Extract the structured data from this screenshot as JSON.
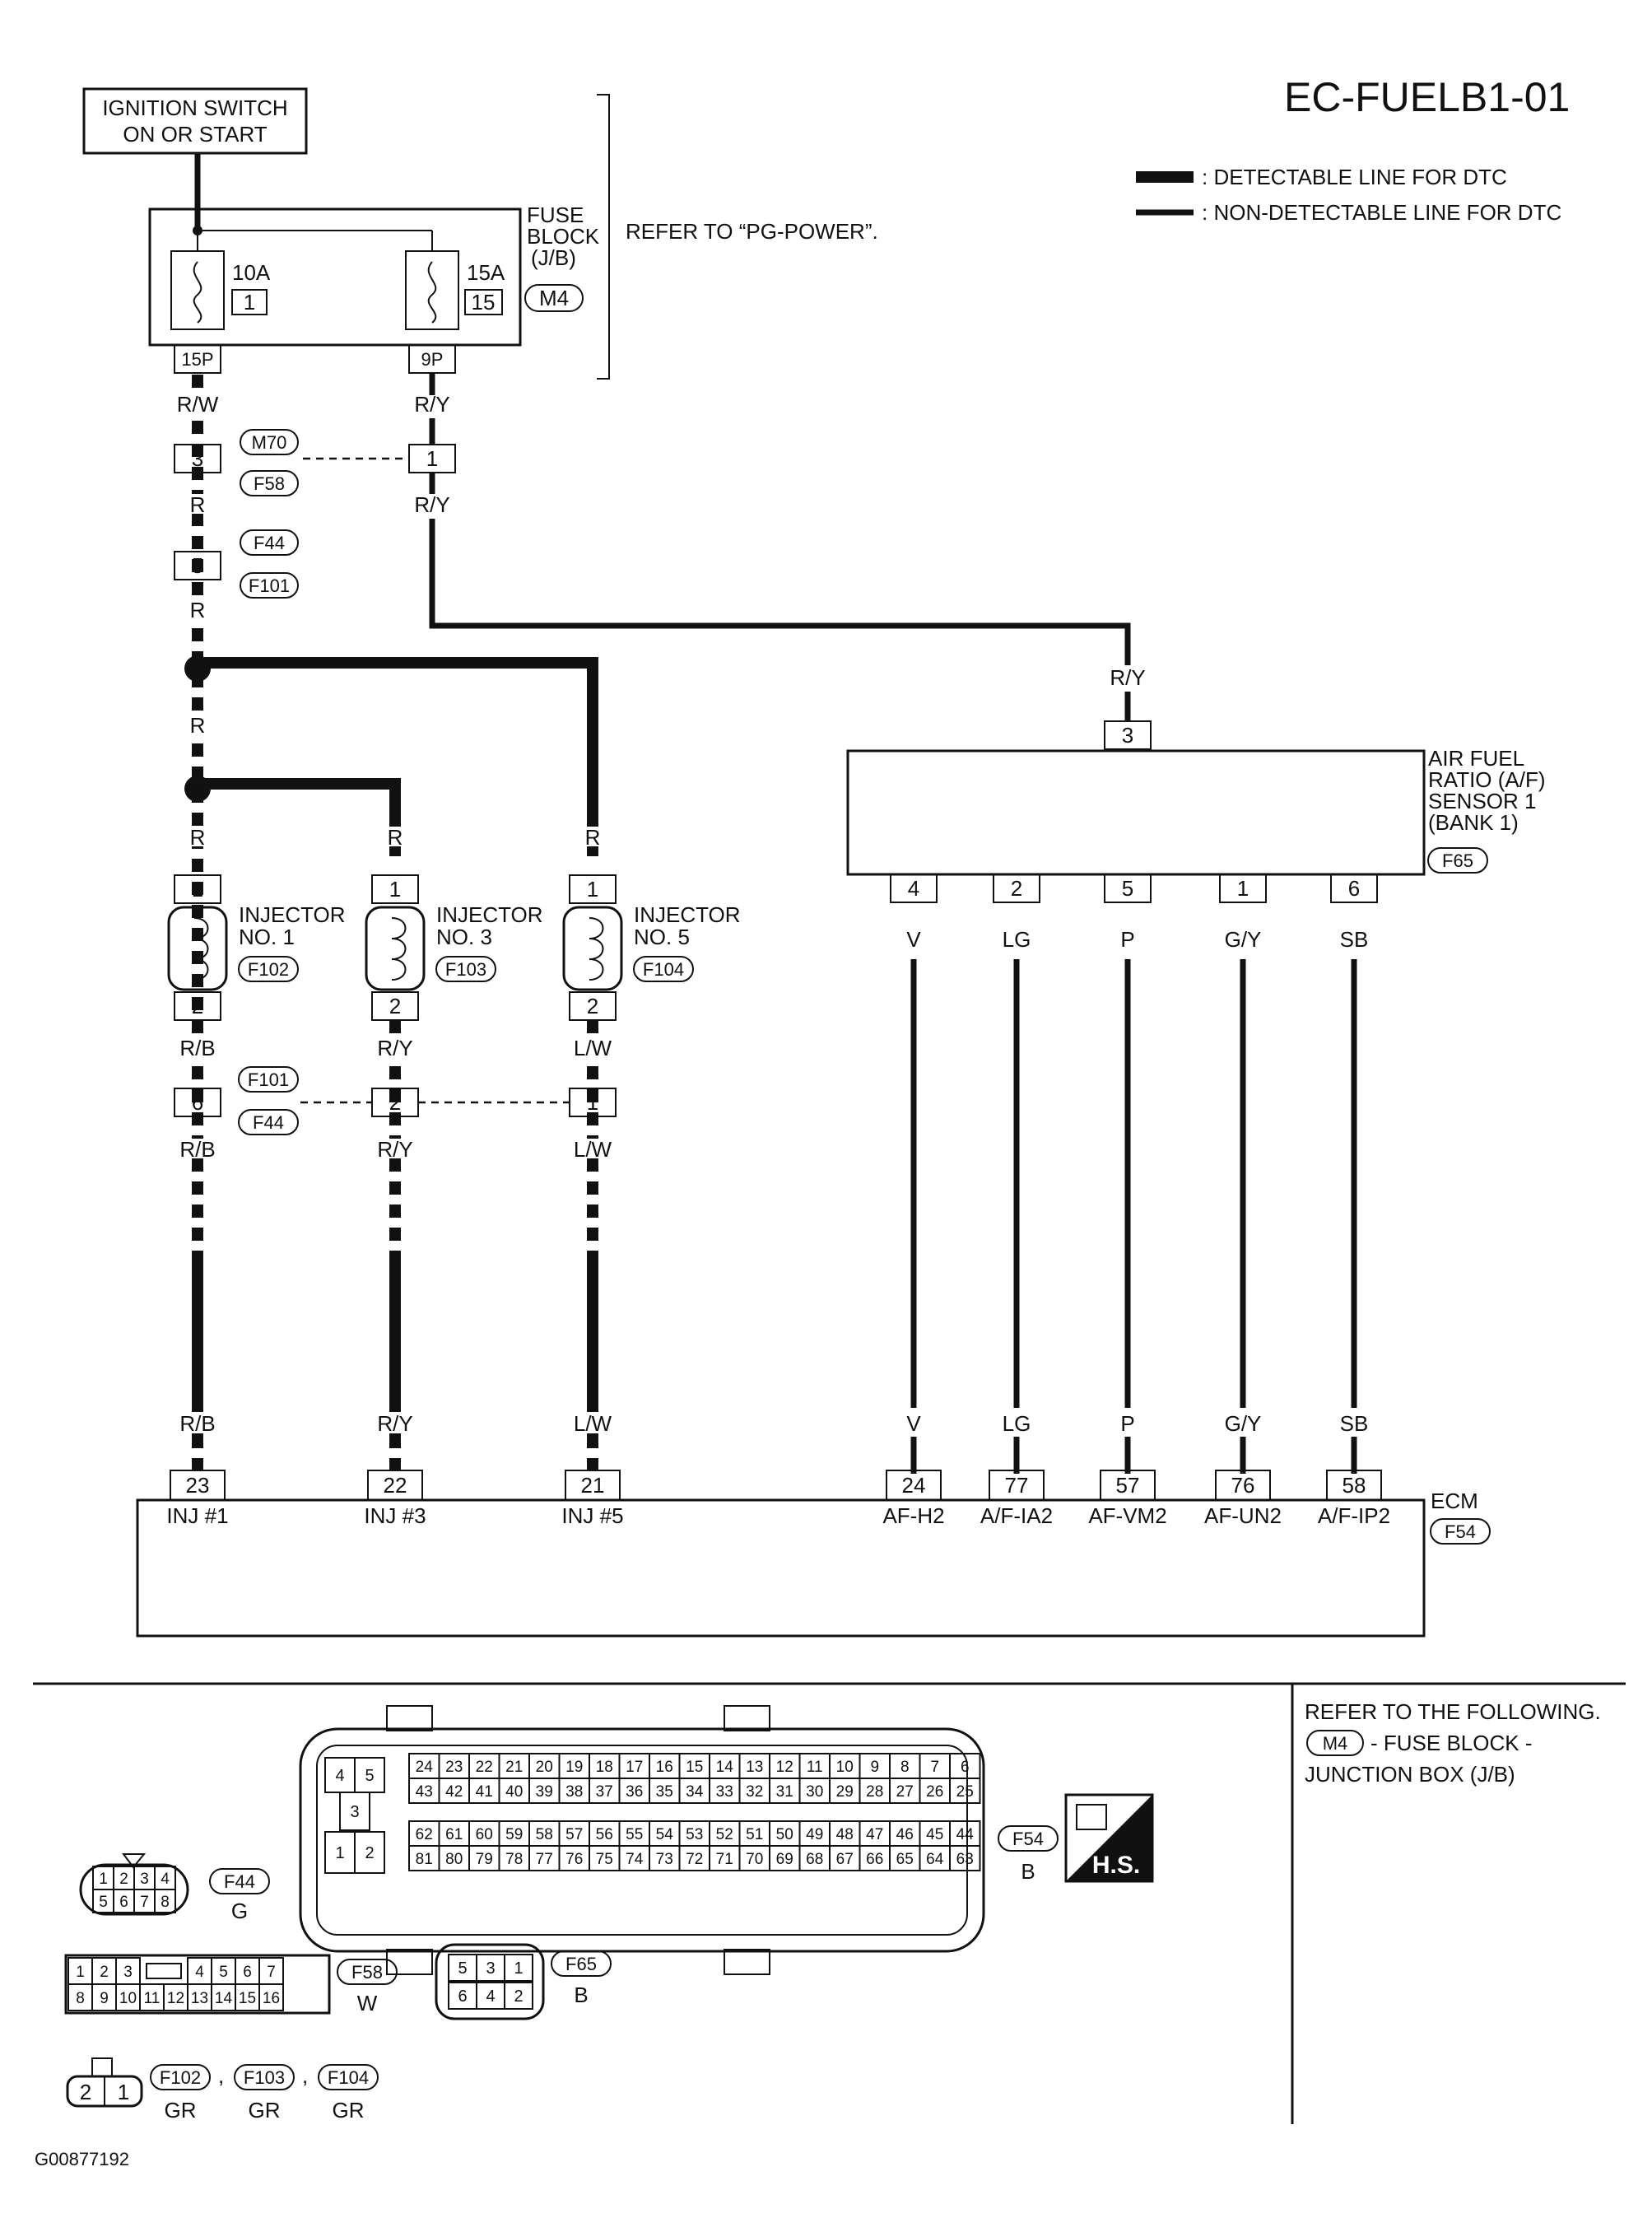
{
  "diagram_id": "EC-FUELB1-01",
  "legend": {
    "detectable": ": DETECTABLE LINE FOR DTC",
    "non_detectable": ": NON-DETECTABLE LINE FOR DTC"
  },
  "ignition_switch": {
    "line1": "IGNITION SWITCH",
    "line2": "ON OR START"
  },
  "fuse_block": {
    "label_l1": "FUSE",
    "label_l2": "BLOCK",
    "label_l3": "(J/B)",
    "connector": "M4",
    "refer_text": "REFER TO “PG-POWER”.",
    "fuse1": {
      "amps": "10A",
      "num": "1",
      "pin": "15P"
    },
    "fuse2": {
      "amps": "15A",
      "num": "15",
      "pin": "9P"
    }
  },
  "wire_colors": {
    "rw": "R/W",
    "ry": "R/Y",
    "r": "R",
    "rb": "R/B",
    "lw": "L/W",
    "v": "V",
    "lg": "LG",
    "p": "P",
    "gy": "G/Y",
    "sb": "SB"
  },
  "connectors": {
    "m70": "M70",
    "f58": "F58",
    "f44": "F44",
    "f101": "F101",
    "f102": "F102",
    "f103": "F103",
    "f104": "F104",
    "f65": "F65",
    "f54": "F54"
  },
  "pins": {
    "m70_3": "3",
    "m70_1": "1",
    "f44_5": "5",
    "inj1_1": "1",
    "inj1_2": "2",
    "inj3_1": "1",
    "inj3_2": "2",
    "inj5_1": "1",
    "inj5_2": "2",
    "f101_6": "6",
    "f101_2": "2",
    "f101_1": "1",
    "af_3": "3",
    "af_4": "4",
    "af_2": "2",
    "af_5": "5",
    "af_1": "1",
    "af_6": "6",
    "ecm_23": "23",
    "ecm_22": "22",
    "ecm_21": "21",
    "ecm_24": "24",
    "ecm_77": "77",
    "ecm_57": "57",
    "ecm_76": "76",
    "ecm_58": "58"
  },
  "injectors": [
    {
      "l1": "INJECTOR",
      "l2": "NO. 1"
    },
    {
      "l1": "INJECTOR",
      "l2": "NO. 3"
    },
    {
      "l1": "INJECTOR",
      "l2": "NO. 5"
    }
  ],
  "af_sensor": {
    "l1": "AIR FUEL",
    "l2": "RATIO (A/F)",
    "l3": "SENSOR 1",
    "l4": "(BANK 1)"
  },
  "ecm": {
    "label": "ECM",
    "terminals": [
      "INJ #1",
      "INJ #3",
      "INJ #5",
      "AF-H2",
      "A/F-IA2",
      "AF-VM2",
      "AF-UN2",
      "A/F-IP2"
    ]
  },
  "connector_views": {
    "f44": {
      "name": "F44",
      "color": "G",
      "row1": [
        "1",
        "2",
        "3",
        "4"
      ],
      "row2": [
        "5",
        "6",
        "7",
        "8"
      ]
    },
    "f54": {
      "name": "F54",
      "color": "B",
      "side": [
        "4",
        "5",
        "3",
        "1",
        "2"
      ],
      "top1": [
        "24",
        "23",
        "22",
        "21",
        "20",
        "19",
        "18",
        "17",
        "16",
        "15",
        "14",
        "13",
        "12",
        "11",
        "10",
        "9",
        "8",
        "7",
        "6"
      ],
      "top2": [
        "43",
        "42",
        "41",
        "40",
        "39",
        "38",
        "37",
        "36",
        "35",
        "34",
        "33",
        "32",
        "31",
        "30",
        "29",
        "28",
        "27",
        "26",
        "25"
      ],
      "bot1": [
        "62",
        "61",
        "60",
        "59",
        "58",
        "57",
        "56",
        "55",
        "54",
        "53",
        "52",
        "51",
        "50",
        "49",
        "48",
        "47",
        "46",
        "45",
        "44"
      ],
      "bot2": [
        "81",
        "80",
        "79",
        "78",
        "77",
        "76",
        "75",
        "74",
        "73",
        "72",
        "71",
        "70",
        "69",
        "68",
        "67",
        "66",
        "65",
        "64",
        "63"
      ]
    },
    "f58": {
      "name": "F58",
      "color": "W",
      "row1a": [
        "1",
        "2",
        "3"
      ],
      "row1b": [
        "4",
        "5",
        "6",
        "7"
      ],
      "row2": [
        "8",
        "9",
        "10",
        "11",
        "12",
        "13",
        "14",
        "15",
        "16"
      ]
    },
    "f65": {
      "name": "F65",
      "color": "B",
      "row1": [
        "5",
        "3",
        "1"
      ],
      "row2": [
        "6",
        "4",
        "2"
      ]
    },
    "inj_conn": {
      "pins": [
        "2",
        "1"
      ],
      "names": [
        "F102",
        "F103",
        "F104"
      ],
      "colors": [
        "GR",
        "GR",
        "GR"
      ],
      "sep": ","
    }
  },
  "hs_badge": "H.S.",
  "refer_block": {
    "line1": "REFER TO THE FOLLOWING.",
    "conn": "M4",
    "line2": "- FUSE BLOCK -",
    "line3": "JUNCTION BOX (J/B)"
  },
  "footer_code": "G00877192"
}
